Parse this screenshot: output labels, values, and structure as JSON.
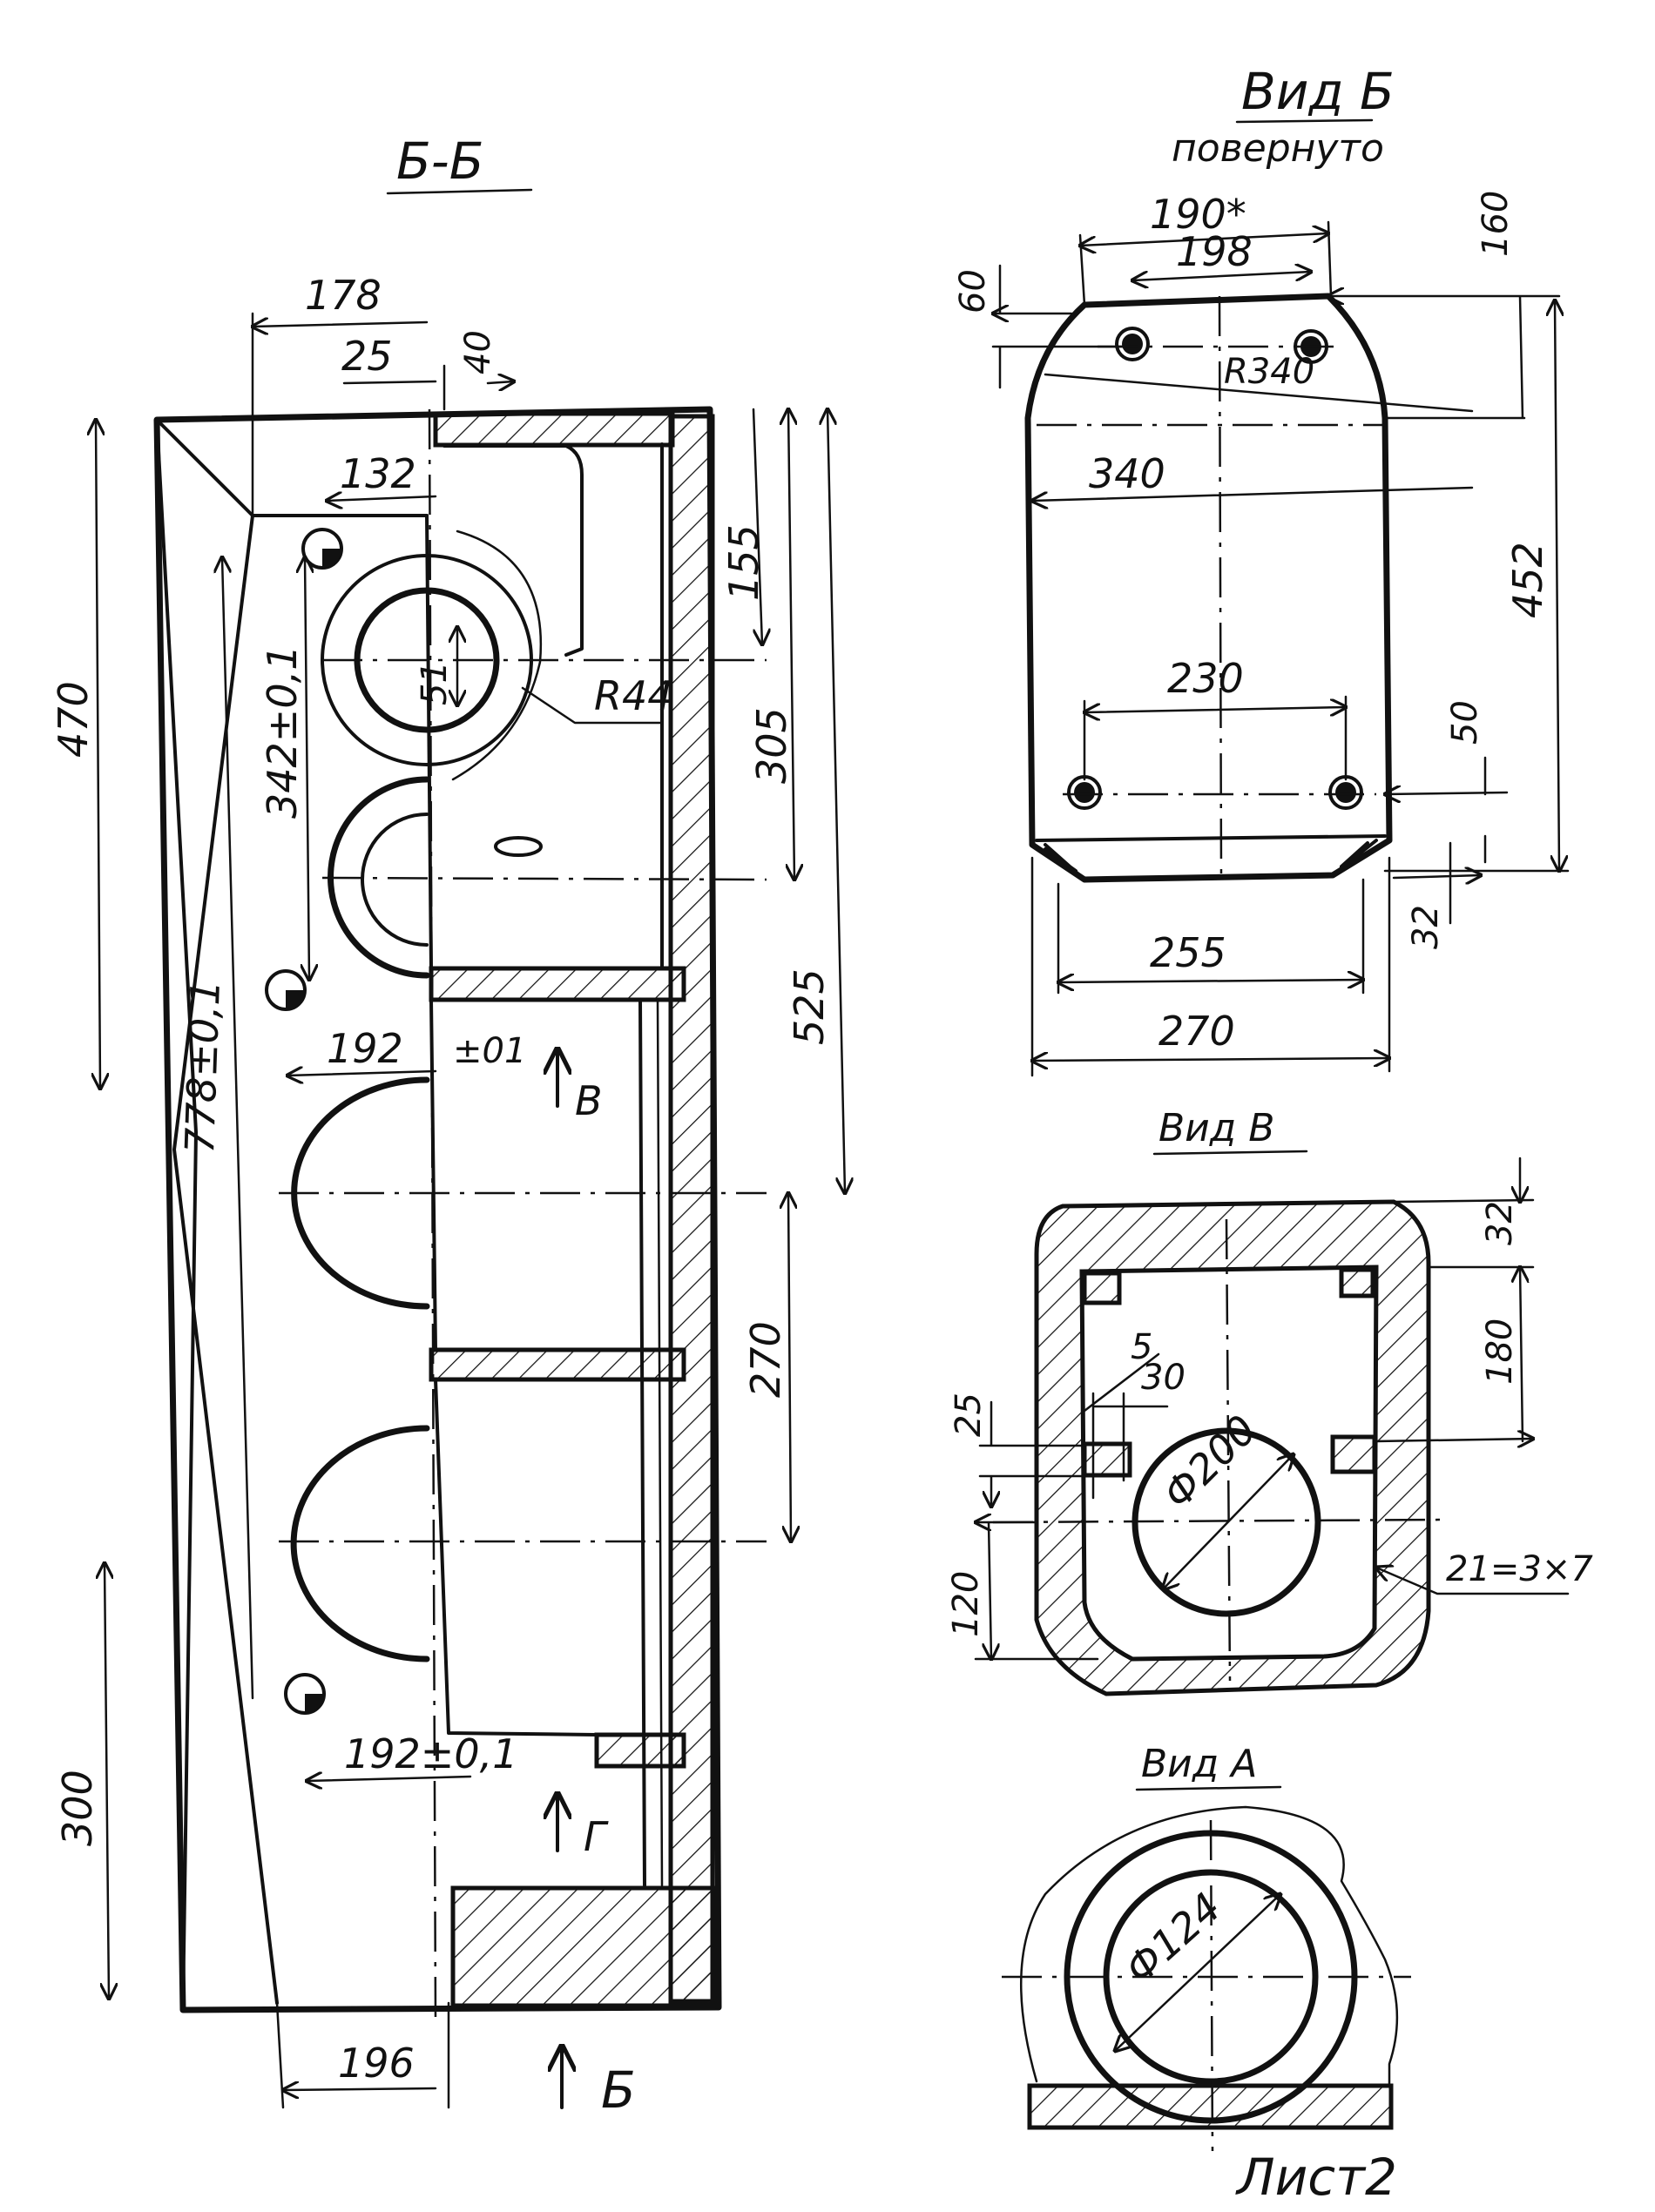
{
  "section_bb": {
    "title": "Б-Б",
    "dims": {
      "d178": "178",
      "d25": "25",
      "d40": "40",
      "d132": "132",
      "d155": "155",
      "d51": "51",
      "r44": "R44",
      "d305": "305",
      "d342": "342±0,1",
      "d470": "470",
      "d525": "525",
      "d778": "778±0,1",
      "d192": "192",
      "tol01": "±01",
      "d270": "270",
      "d300": "300",
      "d192b": "192±0,1",
      "d196": "196"
    },
    "arrows": {
      "v": "В",
      "g": "Г",
      "b": "Б"
    }
  },
  "view_b": {
    "title": "Вид Б",
    "subtitle": "повернуто",
    "dims": {
      "d190": "190*",
      "d198": "198",
      "d60": "60",
      "d160": "160",
      "r340": "R340",
      "d340": "340",
      "d452": "452",
      "d230": "230",
      "d50": "50",
      "d32": "32",
      "d255": "255",
      "d270": "270"
    }
  },
  "view_v": {
    "title": "Вид В",
    "dims": {
      "d32": "32",
      "d180": "180",
      "d25": "25",
      "d5": "5",
      "d30": "30",
      "d200": "Ф200",
      "d120": "120",
      "d21": "21=3×7"
    }
  },
  "view_a": {
    "title": "Вид А",
    "dims": {
      "d124": "Ф124"
    }
  },
  "sheet_label": "Лист2"
}
